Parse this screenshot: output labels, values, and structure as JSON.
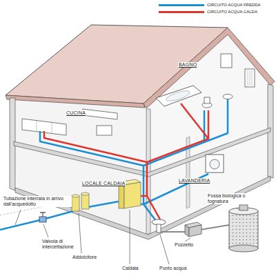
{
  "diagram": {
    "labels": [
      "CUCINA",
      "BAGNO",
      "LOCALE CALDAIA",
      "LAVANDERIA",
      "Tubazione interrata in arrivo dall'acquedotto",
      "Valvola di intercettazione",
      "Addolcitore",
      "Caldaia",
      "Punto acqua",
      "Pozzetto",
      "Fossa biologica o fognatura"
    ],
    "legend": [
      {
        "text": "CIRCUITO ACQUA FREDDA",
        "color": "#1a8fd6"
      },
      {
        "text": "CIRCUITO ACQUA CALDA",
        "color": "#e0342c"
      }
    ]
  }
}
